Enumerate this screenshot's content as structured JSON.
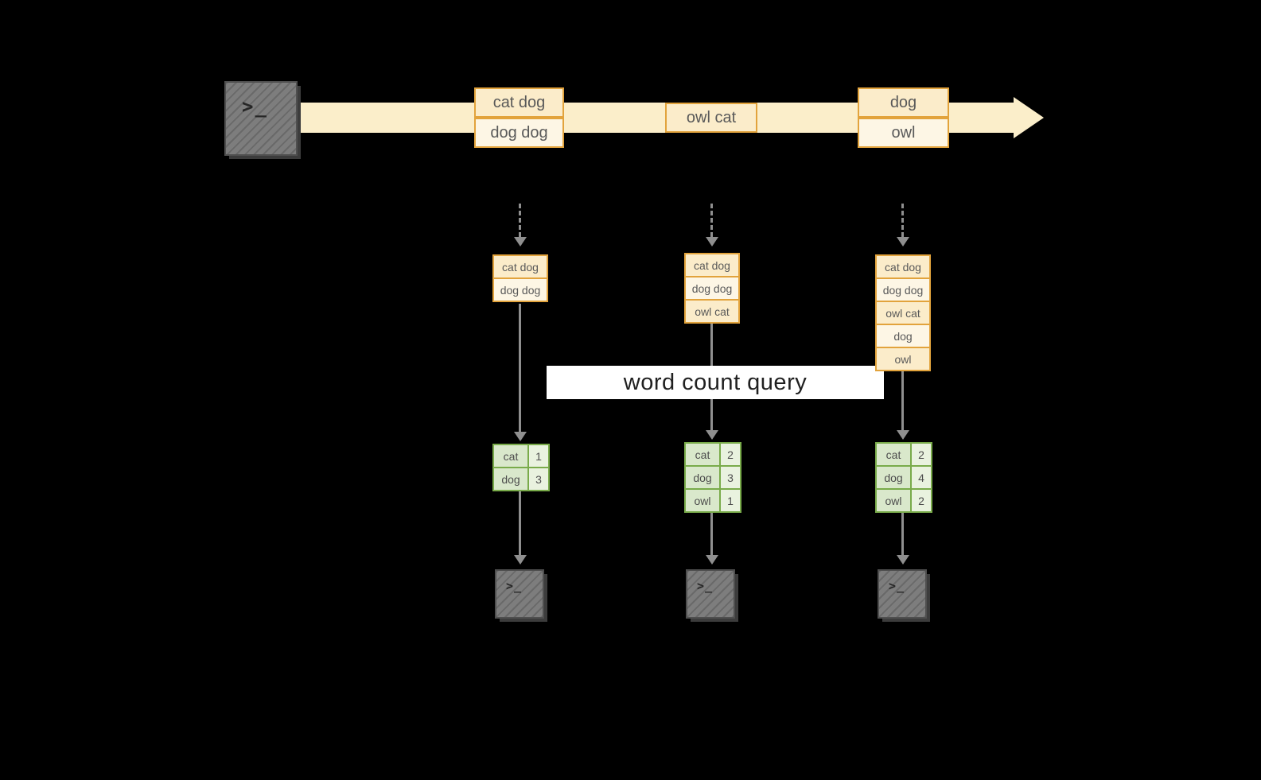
{
  "icons": {
    "terminal_glyph": ">_"
  },
  "banner": {
    "label": "word count query"
  },
  "stream": {
    "groups": [
      {
        "boxes": [
          "cat dog",
          "dog dog"
        ]
      },
      {
        "boxes": [
          "owl cat"
        ]
      },
      {
        "boxes": [
          "dog",
          "owl"
        ]
      }
    ]
  },
  "columns": [
    {
      "buffer": [
        "cat dog",
        "dog dog"
      ],
      "table": [
        {
          "word": "cat",
          "count": "1"
        },
        {
          "word": "dog",
          "count": "3"
        }
      ]
    },
    {
      "buffer": [
        "cat dog",
        "dog dog",
        "owl cat"
      ],
      "table": [
        {
          "word": "cat",
          "count": "2"
        },
        {
          "word": "dog",
          "count": "3"
        },
        {
          "word": "owl",
          "count": "1"
        }
      ]
    },
    {
      "buffer": [
        "cat dog",
        "dog dog",
        "owl cat",
        "dog",
        "owl"
      ],
      "table": [
        {
          "word": "cat",
          "count": "2"
        },
        {
          "word": "dog",
          "count": "4"
        },
        {
          "word": "owl",
          "count": "2"
        }
      ]
    }
  ],
  "colors": {
    "background": "#000000",
    "stream_fill": "#fbeeca",
    "record_border": "#e2a33c",
    "table_border": "#79ab4a",
    "banner_bg": "#ffffff"
  }
}
